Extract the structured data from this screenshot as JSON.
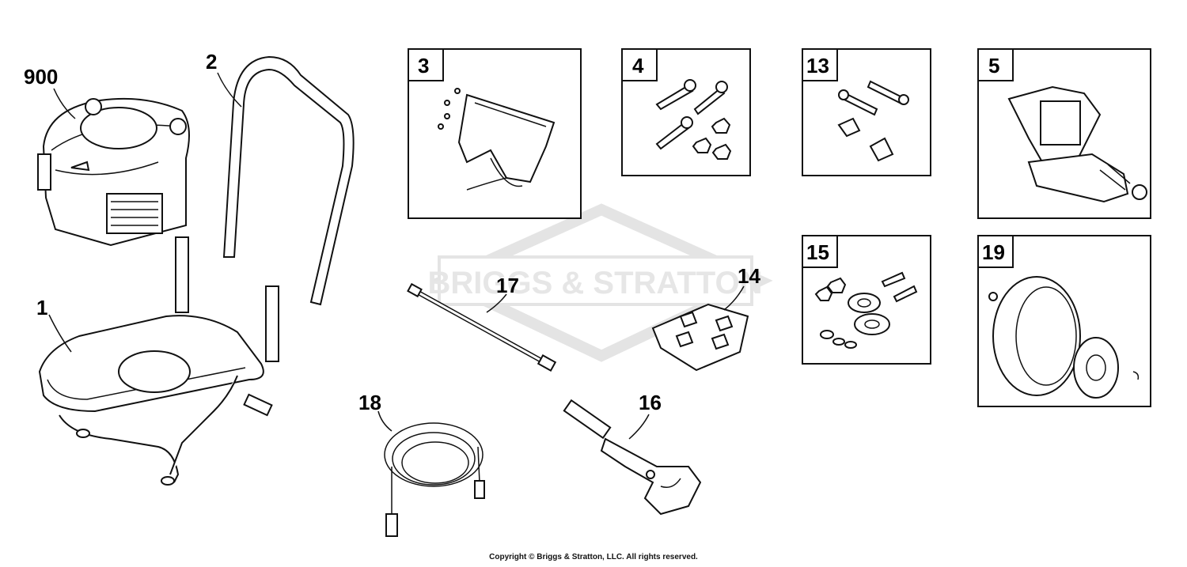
{
  "watermark": {
    "lettering": "BRIGGS & STRATTON"
  },
  "parts": [
    {
      "id": "900"
    },
    {
      "id": "1"
    },
    {
      "id": "2"
    },
    {
      "id": "3"
    },
    {
      "id": "4"
    },
    {
      "id": "13"
    },
    {
      "id": "5"
    },
    {
      "id": "15"
    },
    {
      "id": "19"
    },
    {
      "id": "17"
    },
    {
      "id": "14"
    },
    {
      "id": "18"
    },
    {
      "id": "16"
    }
  ],
  "copyright": "Copyright © Briggs & Stratton, LLC. All rights reserved."
}
